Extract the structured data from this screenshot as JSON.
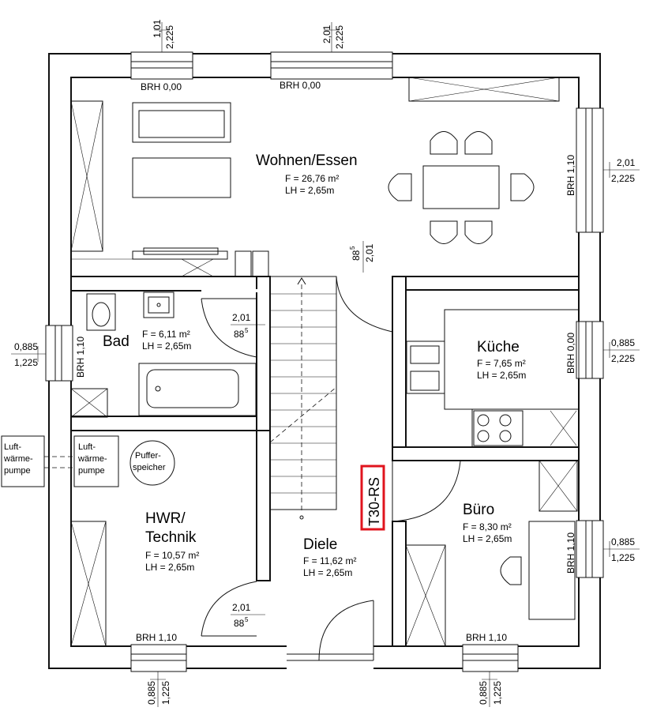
{
  "rooms": {
    "wohnen": {
      "name": "Wohnen/Essen",
      "area": "F = 26,76 m²",
      "height": "LH = 2,65m"
    },
    "bad": {
      "name": "Bad",
      "area": "F = 6,11 m²",
      "height": "LH = 2,65m"
    },
    "kueche": {
      "name": "Küche",
      "area": "F = 7,65 m²",
      "height": "LH = 2,65m"
    },
    "hwr": {
      "name_line1": "HWR/",
      "name_line2": "Technik",
      "area": "F = 10,57 m²",
      "height": "LH = 2,65m"
    },
    "diele": {
      "name": "Diele",
      "area": "F = 11,62 m²",
      "height": "LH = 2,65m"
    },
    "buero": {
      "name": "Büro",
      "area": "F = 8,30 m²",
      "height": "LH = 2,65m"
    }
  },
  "labels": {
    "brh_top_left": "BRH 0,00",
    "brh_top_mid": "BRH 0,00",
    "brh_right_top": "BRH 1,10",
    "brh_right_mid": "BRH 0,00",
    "brh_right_bot": "BRH 1,10",
    "brh_left": "BRH 1,10",
    "brh_bot_left": "BRH 1,10",
    "brh_bot_right": "BRH 1,10",
    "door_rating": "T30-RS",
    "pump_outside_1": "Luft-",
    "pump_outside_2": "wärme-",
    "pump_outside_3": "pumpe",
    "pump_inside_1": "Luft-",
    "pump_inside_2": "wärme-",
    "pump_inside_3": "pumpe",
    "puffer_1": "Puffer-",
    "puffer_2": "speicher"
  },
  "dimensions": {
    "top_left_w": "1,01",
    "top_left_h": "2,225",
    "top_mid_w": "2,01",
    "top_mid_h": "2,225",
    "right_top_w": "2,01",
    "right_top_h": "2,225",
    "right_mid_w": "0,885",
    "right_mid_h": "2,225",
    "right_bot_w": "0,885",
    "right_bot_h": "1,225",
    "left_w": "0,885",
    "left_h": "1,225",
    "bot_left_w": "0,885",
    "bot_left_h": "1,225",
    "bot_right_w": "0,885",
    "bot_right_h": "1,225",
    "door_bad_w": "2,01",
    "door_bad_h": "88",
    "door_bad_sup": "5",
    "door_hwr_w": "2,01",
    "door_hwr_h": "88",
    "door_hwr_sup": "5",
    "door_wohnen_h": "88",
    "door_wohnen_sup": "5",
    "door_wohnen_w": "2,01"
  },
  "colors": {
    "highlight": "#e0141e",
    "line": "#111111"
  }
}
